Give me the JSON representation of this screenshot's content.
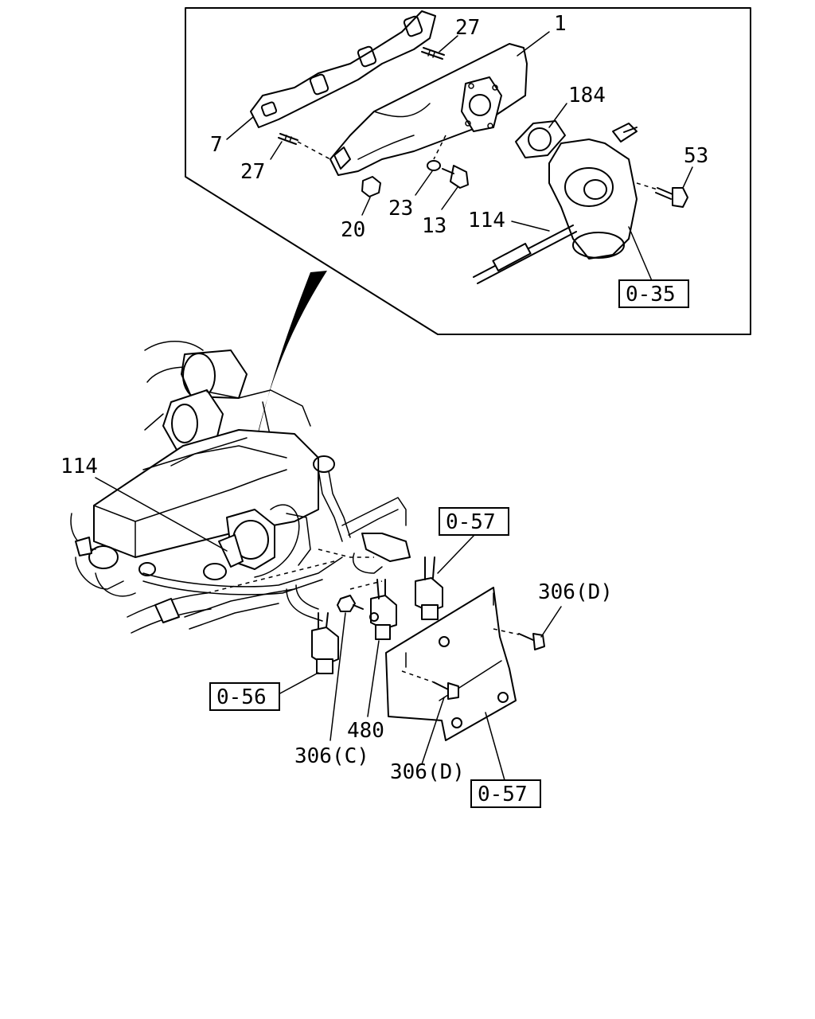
{
  "inset": {
    "labels": {
      "p1": "1",
      "p27_top": "27",
      "p7": "7",
      "p27_left": "27",
      "p184": "184",
      "p53": "53",
      "p20": "20",
      "p23": "23",
      "p13": "13",
      "p114": "114",
      "ref_035": "0-35"
    }
  },
  "main": {
    "labels": {
      "p114": "114",
      "ref_057_top": "0-57",
      "p306d_right": "306(D)",
      "ref_056": "0-56",
      "p480": "480",
      "p306c": "306(C)",
      "p306d_bottom": "306(D)",
      "ref_057_bottom": "0-57"
    }
  }
}
